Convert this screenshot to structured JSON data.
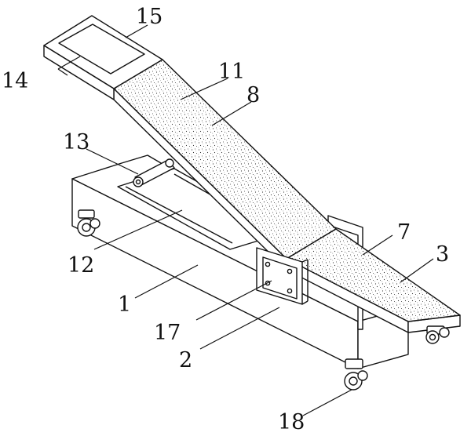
{
  "labels": {
    "l1": "1",
    "l2": "2",
    "l3": "3",
    "l7": "7",
    "l8": "8",
    "l11": "11",
    "l12": "12",
    "l13": "13",
    "l14": "14",
    "l15": "15",
    "l17": "17",
    "l18": "18"
  }
}
